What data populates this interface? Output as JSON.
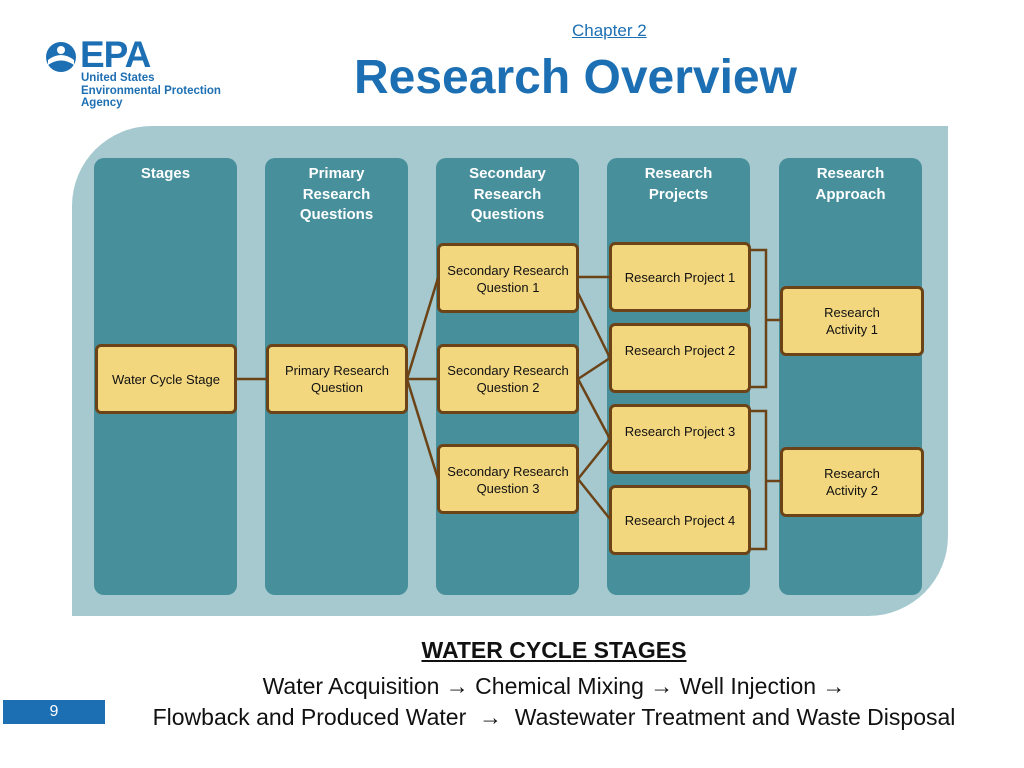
{
  "logo": {
    "wordmark": "EPA",
    "agency_name": "United States\nEnvironmental Protection\nAgency"
  },
  "header": {
    "chapter_link": "Chapter 2",
    "title": "Research Overview"
  },
  "columns": {
    "stages": "Stages",
    "primary": "Primary\nResearch\nQuestions",
    "secondary": "Secondary\nResearch\nQuestions",
    "projects": "Research\nProjects",
    "approach": "Research\nApproach"
  },
  "boxes": {
    "stage": "Water Cycle Stage",
    "primary": "Primary Research\nQuestion",
    "secondary_1": "Secondary Research\nQuestion 1",
    "secondary_2": "Secondary Research\nQuestion 2",
    "secondary_3": "Secondary Research\nQuestion 3",
    "project_1": "Research Project 1",
    "project_2": "Research Project 2",
    "project_3": "Research Project 3",
    "project_4": "Research Project 4",
    "activity_1": "Research\nActivity 1",
    "activity_2": "Research\nActivity 2"
  },
  "footer": {
    "heading": "WATER CYCLE STAGES",
    "line_1": "Water Acquisition → Chemical Mixing → Well Injection →",
    "line_2": "Flowback and Produced Water  →  Wastewater Treatment and Waste Disposal"
  },
  "page_number": "9",
  "colors": {
    "epa_blue": "#1c6fb3",
    "panel": "#a5c9cf",
    "column": "#468f9b",
    "box_fill": "#f3d77f",
    "box_border": "#6b4317"
  }
}
